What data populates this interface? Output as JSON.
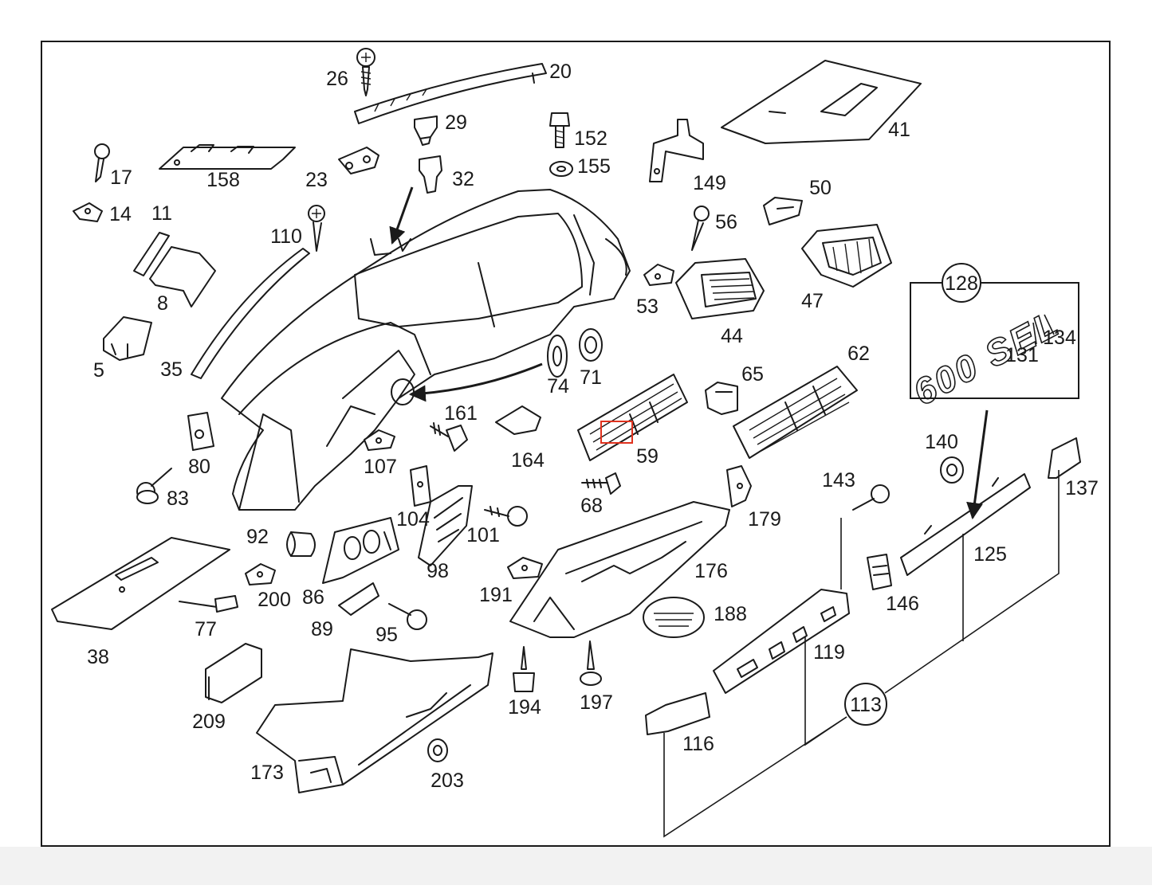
{
  "diagram": {
    "callouts": [
      {
        "id": "26",
        "label": "26"
      },
      {
        "id": "20",
        "label": "20"
      },
      {
        "id": "29",
        "label": "29"
      },
      {
        "id": "152",
        "label": "152"
      },
      {
        "id": "155",
        "label": "155"
      },
      {
        "id": "23",
        "label": "23"
      },
      {
        "id": "32",
        "label": "32"
      },
      {
        "id": "158",
        "label": "158"
      },
      {
        "id": "17",
        "label": "17"
      },
      {
        "id": "14",
        "label": "14"
      },
      {
        "id": "11",
        "label": "11"
      },
      {
        "id": "110",
        "label": "110"
      },
      {
        "id": "8",
        "label": "8"
      },
      {
        "id": "5",
        "label": "5"
      },
      {
        "id": "35",
        "label": "35"
      },
      {
        "id": "149",
        "label": "149"
      },
      {
        "id": "41",
        "label": "41"
      },
      {
        "id": "50",
        "label": "50"
      },
      {
        "id": "56",
        "label": "56"
      },
      {
        "id": "53",
        "label": "53"
      },
      {
        "id": "44",
        "label": "44"
      },
      {
        "id": "47",
        "label": "47"
      },
      {
        "id": "74",
        "label": "74"
      },
      {
        "id": "71",
        "label": "71"
      },
      {
        "id": "161",
        "label": "161"
      },
      {
        "id": "164",
        "label": "164"
      },
      {
        "id": "65",
        "label": "65"
      },
      {
        "id": "62",
        "label": "62"
      },
      {
        "id": "59",
        "label": "59"
      },
      {
        "id": "68",
        "label": "68"
      },
      {
        "id": "80",
        "label": "80"
      },
      {
        "id": "83",
        "label": "83"
      },
      {
        "id": "107",
        "label": "107"
      },
      {
        "id": "104",
        "label": "104"
      },
      {
        "id": "101",
        "label": "101"
      },
      {
        "id": "98",
        "label": "98"
      },
      {
        "id": "92",
        "label": "92"
      },
      {
        "id": "86",
        "label": "86"
      },
      {
        "id": "200",
        "label": "200"
      },
      {
        "id": "89",
        "label": "89"
      },
      {
        "id": "95",
        "label": "95"
      },
      {
        "id": "38",
        "label": "38"
      },
      {
        "id": "77",
        "label": "77"
      },
      {
        "id": "209",
        "label": "209"
      },
      {
        "id": "173",
        "label": "173"
      },
      {
        "id": "203",
        "label": "203"
      },
      {
        "id": "191",
        "label": "191"
      },
      {
        "id": "176",
        "label": "176"
      },
      {
        "id": "188",
        "label": "188"
      },
      {
        "id": "179",
        "label": "179"
      },
      {
        "id": "194",
        "label": "194"
      },
      {
        "id": "197",
        "label": "197"
      },
      {
        "id": "143",
        "label": "143"
      },
      {
        "id": "140",
        "label": "140"
      },
      {
        "id": "137",
        "label": "137"
      },
      {
        "id": "146",
        "label": "146"
      },
      {
        "id": "125",
        "label": "125"
      },
      {
        "id": "119",
        "label": "119"
      },
      {
        "id": "116",
        "label": "116"
      },
      {
        "id": "131",
        "label": "131"
      },
      {
        "id": "134",
        "label": "134"
      }
    ],
    "circled": [
      {
        "id": "128",
        "label": "128"
      },
      {
        "id": "113",
        "label": "113"
      }
    ],
    "emblem_text": "600 SEL",
    "highlight_color": "#e0321e",
    "line_color": "#1a1a1a"
  }
}
